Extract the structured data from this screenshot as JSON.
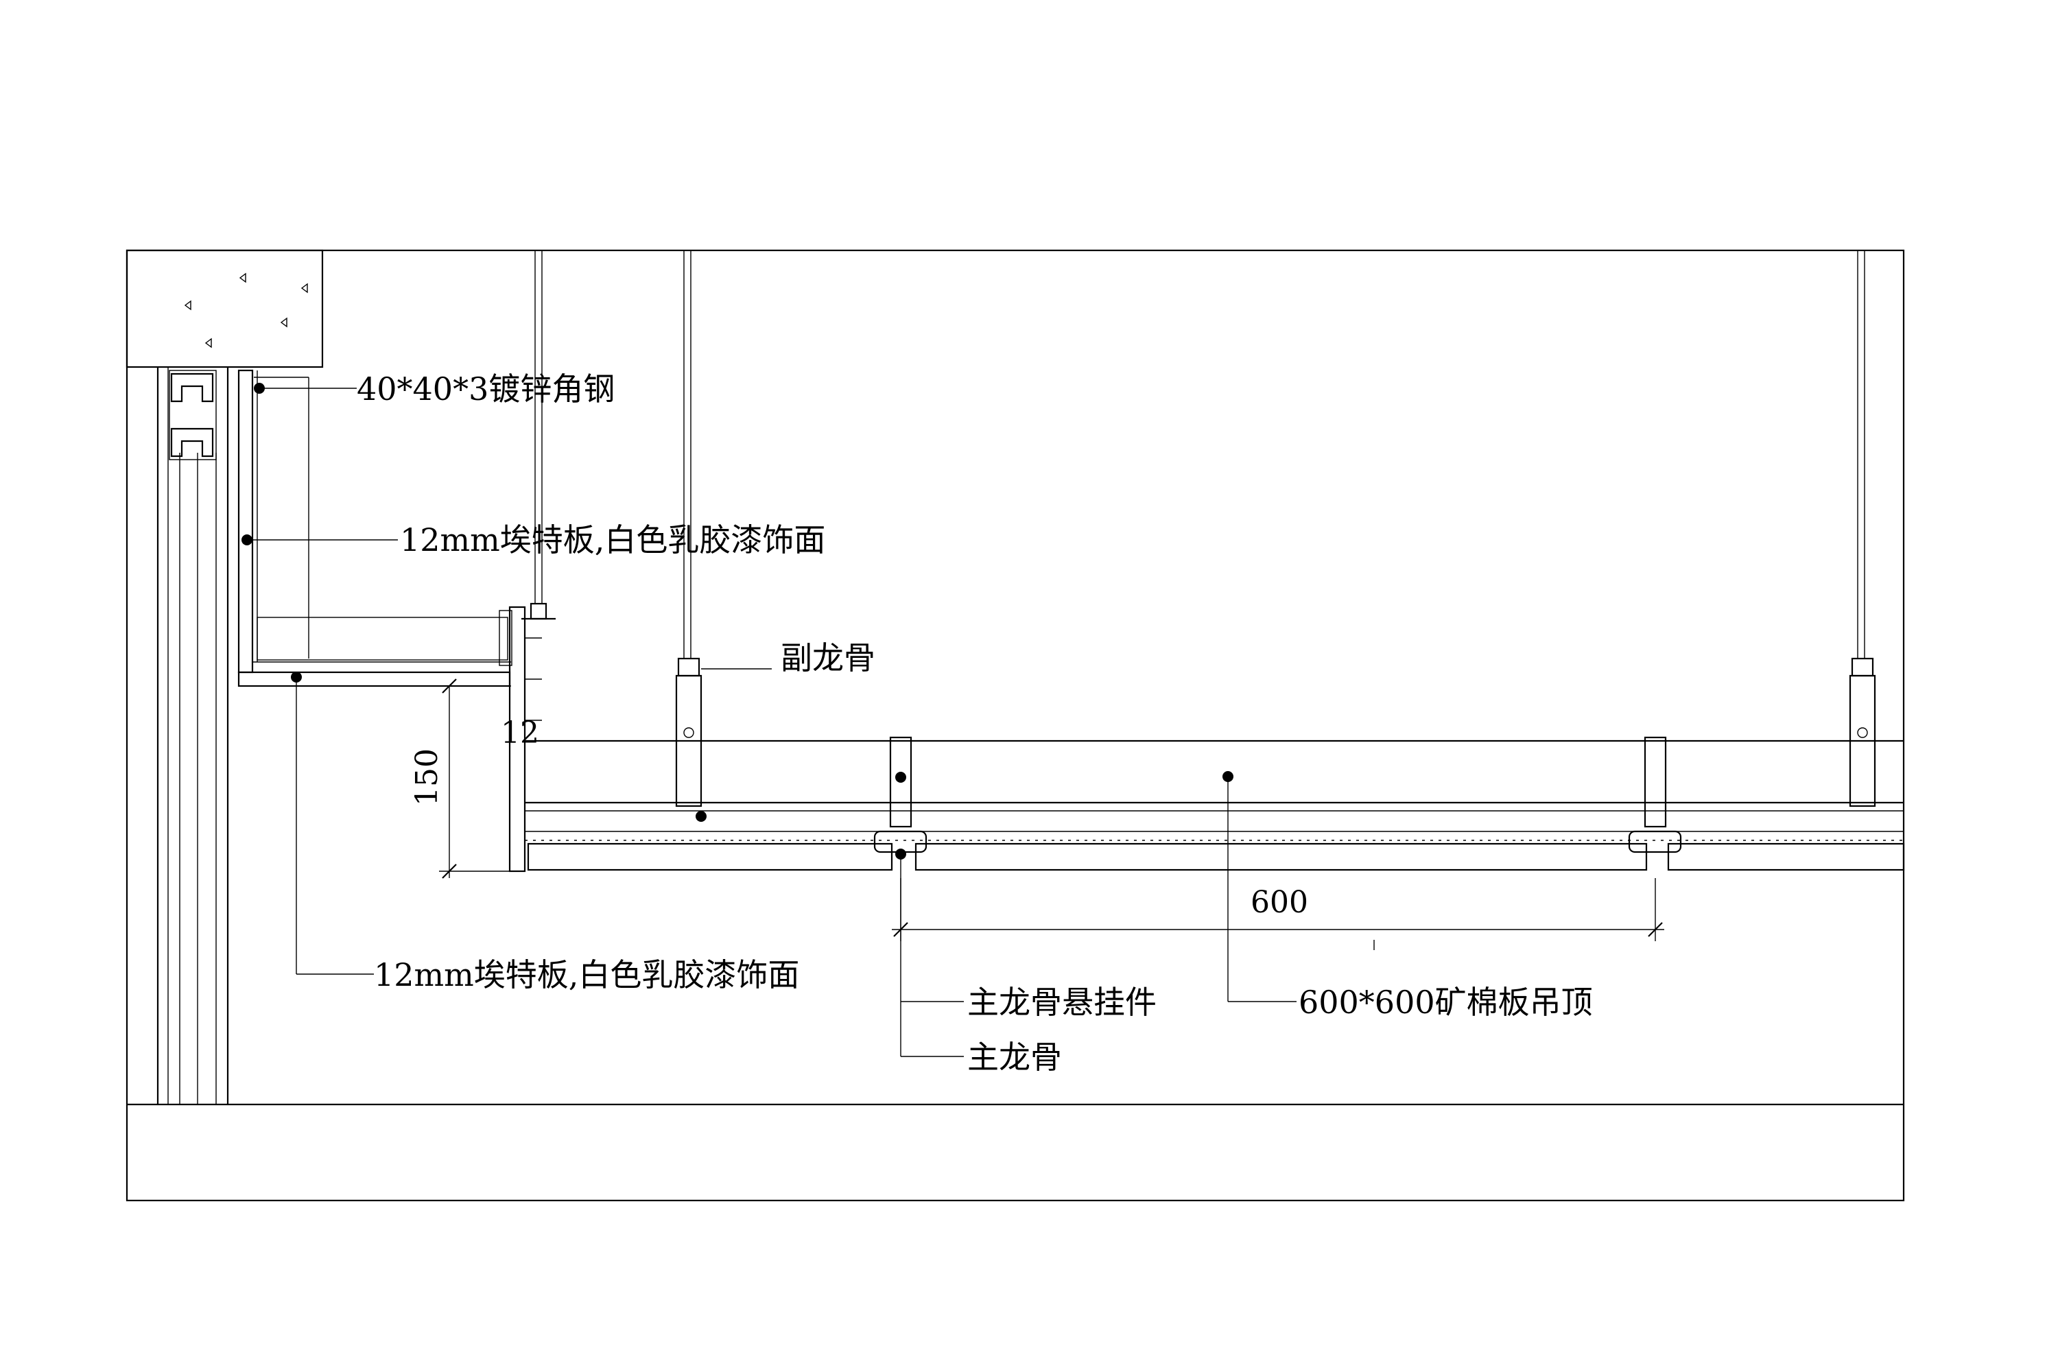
{
  "annotations": {
    "angle_steel": "40*40*3镀锌角钢",
    "board_upper": "12mm埃特板,白色乳胶漆饰面",
    "board_lower": "12mm埃特板,白色乳胶漆饰面",
    "secondary_keel": "副龙骨",
    "main_keel_hanger": "主龙骨悬挂件",
    "main_keel": "主龙骨",
    "mineral_board": "600*600矿棉板吊顶"
  },
  "dimensions": {
    "spacing": "600",
    "drop_height": "150",
    "board_thickness": "12"
  }
}
